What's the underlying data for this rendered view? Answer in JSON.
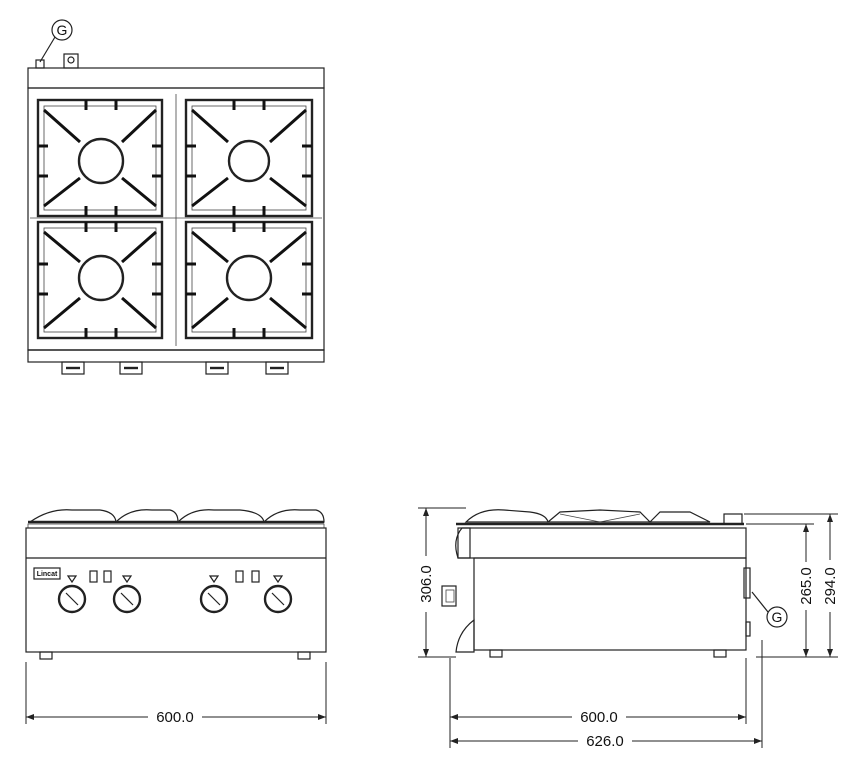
{
  "callout": {
    "g_top": "G",
    "g_side": "G"
  },
  "brand": {
    "logo_text": "Lincat"
  },
  "dimensions": {
    "front_width": "600.0",
    "side_depth": "600.0",
    "side_overall_depth": "626.0",
    "side_height_overall": "306.0",
    "side_height_body": "265.0",
    "side_height_top": "294.0"
  },
  "colors": {
    "line": "#222222",
    "background": "#ffffff"
  }
}
